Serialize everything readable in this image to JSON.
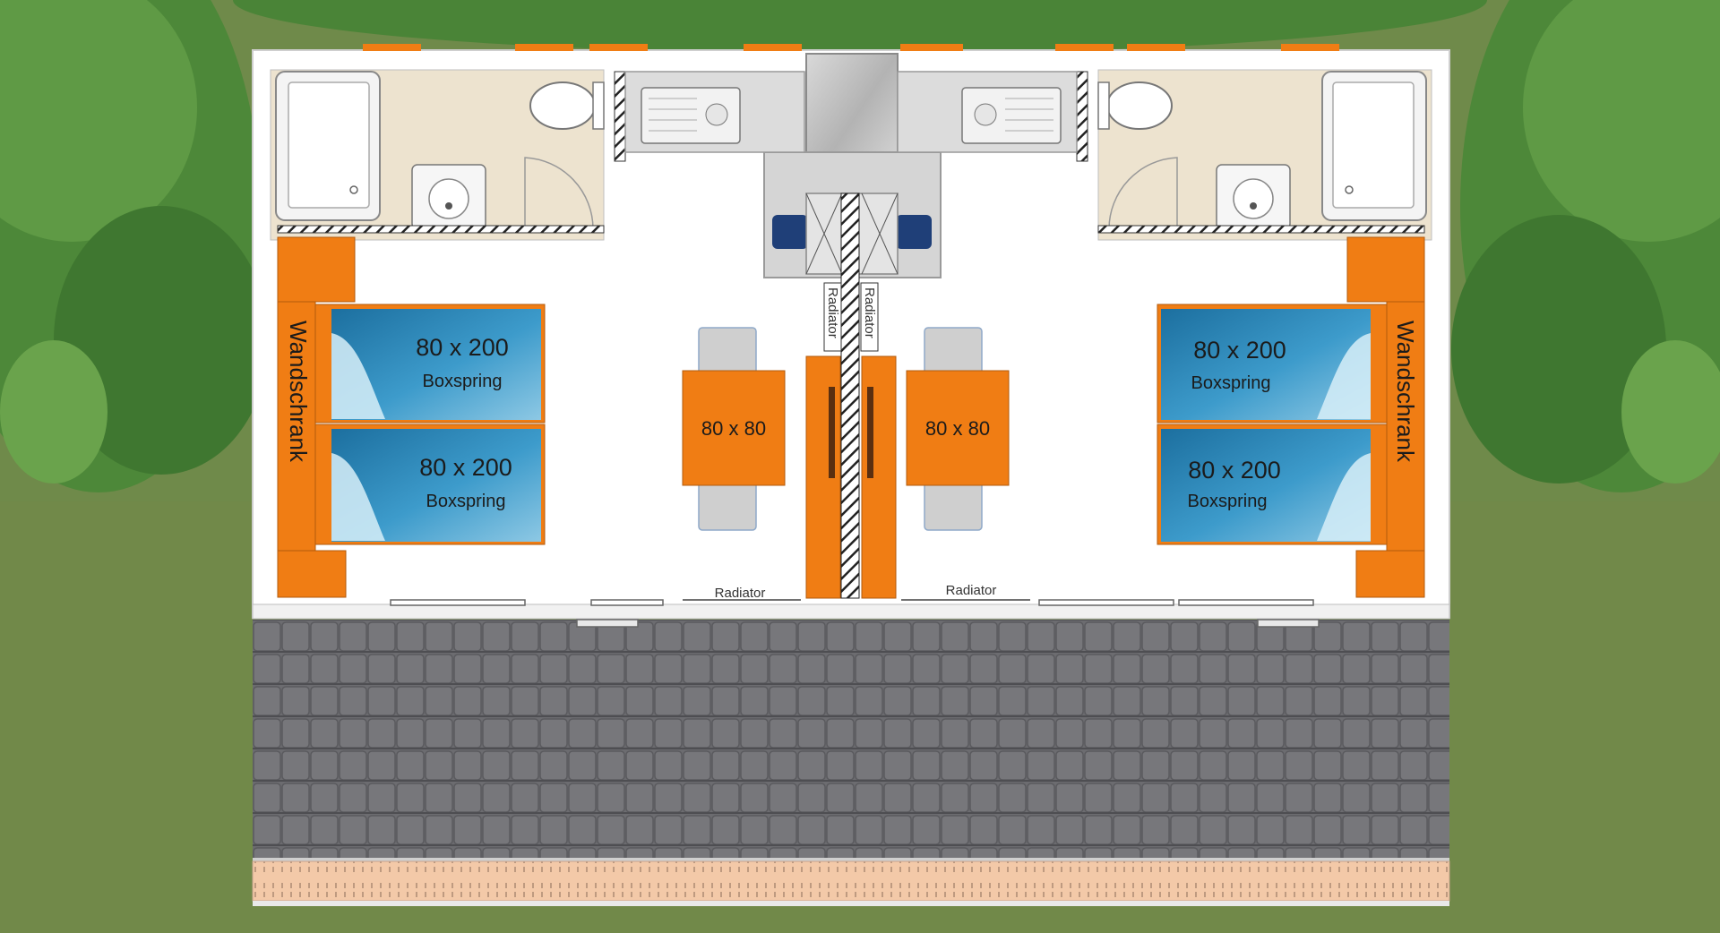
{
  "colors": {
    "grass": "#6f8a4a",
    "trees": "#4f8a3a",
    "wall": "#ffffff",
    "floor": "#ffffff",
    "bathroom_floor": "#ede3cf",
    "furniture_orange": "#f07d14",
    "bed_blue": "#2f8dc0",
    "roof": "#6f6f73",
    "gutter": "#f3c8a6",
    "chimney": "#c9c9c9"
  },
  "left_unit": {
    "wardrobe": "Wandschrank",
    "beds": [
      {
        "size": "80 x 200",
        "type": "Boxspring"
      },
      {
        "size": "80 x 200",
        "type": "Boxspring"
      }
    ],
    "table": "80 x 80",
    "radiator_wall": "Radiator",
    "radiator_bottom": "Radiator",
    "icons": [
      "shower-icon",
      "toilet-icon",
      "sink-icon",
      "kitchen-sink-icon",
      "door-swing-icon",
      "chair-icon"
    ]
  },
  "right_unit": {
    "wardrobe": "Wandschrank",
    "beds": [
      {
        "size": "80 x 200",
        "type": "Boxspring"
      },
      {
        "size": "80 x 200",
        "type": "Boxspring"
      }
    ],
    "table": "80 x 80",
    "radiator_wall": "Radiator",
    "radiator_bottom": "Radiator",
    "icons": [
      "shower-icon",
      "toilet-icon",
      "sink-icon",
      "kitchen-sink-icon",
      "door-swing-icon",
      "chair-icon"
    ]
  }
}
